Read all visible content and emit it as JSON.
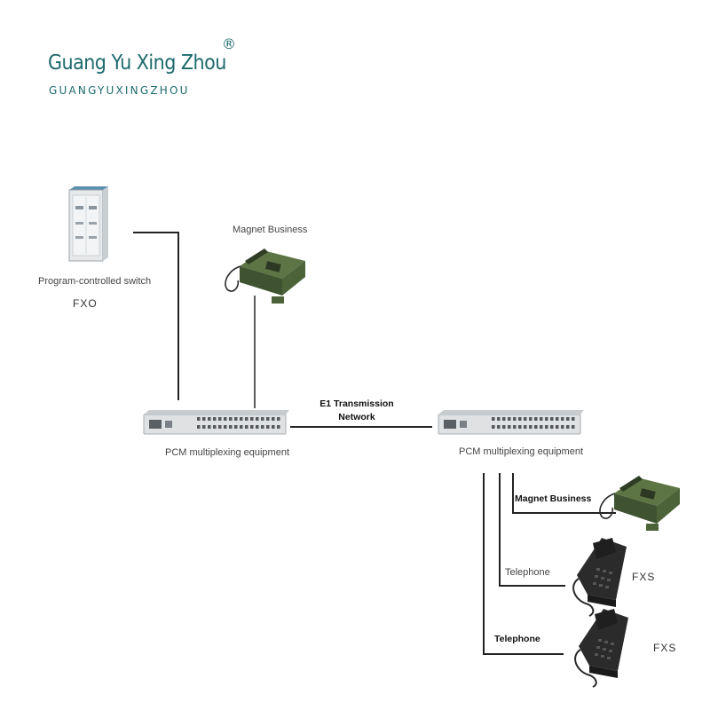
{
  "brand": {
    "name": "Guang Yu Xing Zhou",
    "registered_mark": "®",
    "subtitle": "GUANGYUXINGZHOU",
    "color": "#1d6a6c"
  },
  "diagram": {
    "switch": {
      "label": "Program-controlled switch",
      "code": "FXO"
    },
    "magnet_business_top": {
      "label": "Magnet Business"
    },
    "pcm_left": {
      "label": "PCM multiplexing equipment"
    },
    "pcm_right": {
      "label": "PCM multiplexing equipment"
    },
    "e1_link": {
      "line1": "E1 Transmission",
      "line2": "Network"
    },
    "magnet_business_right": {
      "label": "Magnet Business"
    },
    "telephone_1": {
      "label": "Telephone",
      "code": "FXS"
    },
    "telephone_2": {
      "label": "Telephone",
      "code": "FXS"
    }
  }
}
